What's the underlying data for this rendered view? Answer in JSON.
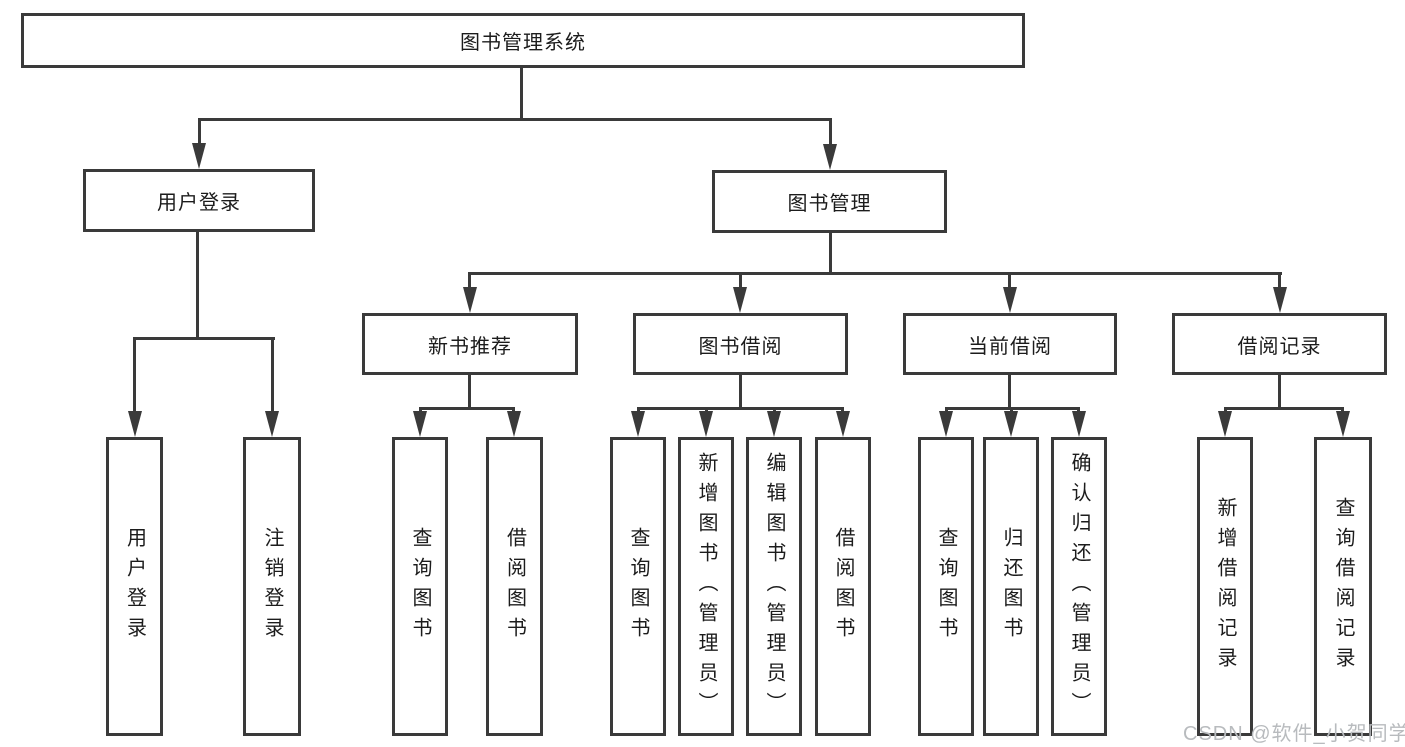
{
  "diagram": {
    "root": {
      "label": "图书管理系统"
    },
    "branches": [
      {
        "label": "用户登录",
        "children": [
          {
            "label": "用户登录"
          },
          {
            "label": "注销登录"
          }
        ]
      },
      {
        "label": "图书管理",
        "children": [
          {
            "label": "新书推荐",
            "children": [
              {
                "label": "查询图书"
              },
              {
                "label": "借阅图书"
              }
            ]
          },
          {
            "label": "图书借阅",
            "children": [
              {
                "label": "查询图书"
              },
              {
                "label": "新增图书（管理员）"
              },
              {
                "label": "编辑图书（管理员）"
              },
              {
                "label": "借阅图书"
              }
            ]
          },
          {
            "label": "当前借阅",
            "children": [
              {
                "label": "查询图书"
              },
              {
                "label": "归还图书"
              },
              {
                "label": "确认归还（管理员）"
              }
            ]
          },
          {
            "label": "借阅记录",
            "children": [
              {
                "label": "新增借阅记录"
              },
              {
                "label": "查询借阅记录"
              }
            ]
          }
        ]
      }
    ]
  },
  "watermark": "CSDN @软件_小贺同学",
  "colors": {
    "line": "#3a3a3a",
    "text": "#1c1c1c",
    "background": "#ffffff",
    "watermark": "#b8bbbe"
  }
}
